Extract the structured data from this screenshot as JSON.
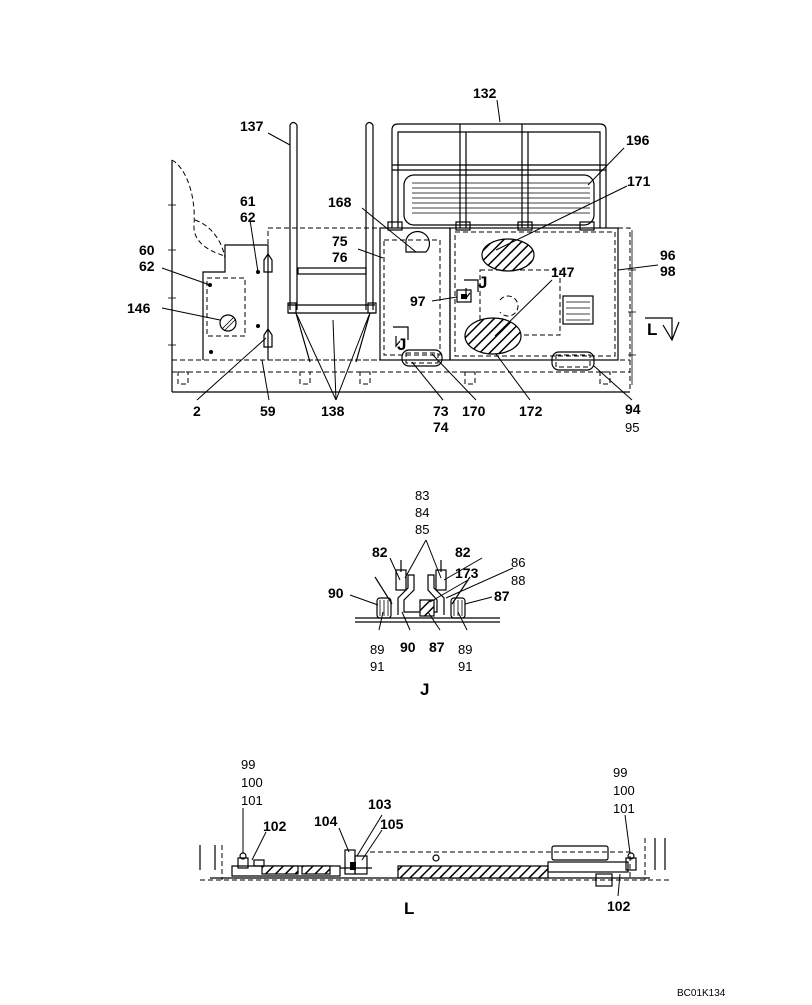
{
  "diagram": {
    "main_view": {
      "callouts": {
        "c132": "132",
        "c137": "137",
        "c196": "196",
        "c171": "171",
        "c61": "61",
        "c62a": "62",
        "c168": "168",
        "c75": "75",
        "c76": "76",
        "c60": "60",
        "c62b": "62",
        "c96": "96",
        "c98": "98",
        "c147": "147",
        "c146": "146",
        "c97": "97",
        "c2": "2",
        "c59": "59",
        "c138": "138",
        "c73": "73",
        "c74": "74",
        "c170": "170",
        "c172": "172",
        "c94": "94",
        "c95": "95"
      },
      "view_markers": {
        "j": "J",
        "j2": "J",
        "l": "L"
      }
    },
    "view_j": {
      "title": "J",
      "callouts": {
        "c83": "83",
        "c84": "84",
        "c85": "85",
        "c82a": "82",
        "c82b": "82",
        "c86": "86",
        "c173": "173",
        "c88": "88",
        "c90a": "90",
        "c87a": "87",
        "c89a": "89",
        "c91a": "91",
        "c90b": "90",
        "c87b": "87",
        "c89b": "89",
        "c91b": "91"
      }
    },
    "view_l": {
      "title": "L",
      "callouts": {
        "c99a": "99",
        "c100a": "100",
        "c101a": "101",
        "c102a": "102",
        "c104": "104",
        "c103": "103",
        "c105": "105",
        "c99b": "99",
        "c100b": "100",
        "c101b": "101",
        "c102b": "102"
      }
    },
    "drawing_code": "BC01K134"
  }
}
